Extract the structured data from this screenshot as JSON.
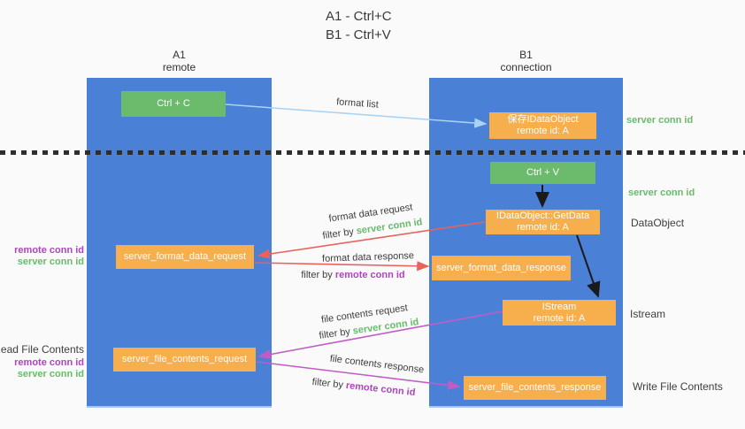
{
  "title": {
    "line1": "A1 - Ctrl+C",
    "line2": "B1 - Ctrl+V"
  },
  "lanes": {
    "a": {
      "id": "A1",
      "label": "remote"
    },
    "b": {
      "id": "B1",
      "label": "connection"
    }
  },
  "nodes": {
    "ctrl_c": {
      "label": "Ctrl + C"
    },
    "save_dataobject": {
      "line1": "保存IDataObject",
      "line2": "remote id: A"
    },
    "ctrl_v": {
      "label": "Ctrl + V"
    },
    "getdata": {
      "line1": "IDataObject::GetData",
      "line2": "remote id: A"
    },
    "format_request": {
      "label": "server_format_data_request"
    },
    "format_response": {
      "label": "server_format_data_response"
    },
    "istream": {
      "line1": "IStream",
      "line2": "remote id: A"
    },
    "file_request": {
      "label": "server_file_contents_request"
    },
    "file_response": {
      "label": "server_file_contents_response"
    }
  },
  "arrows": {
    "format_list": {
      "label": "format list"
    },
    "format_data_request": {
      "label": "format data request",
      "filter_prefix": "filter by",
      "filter_key": "server conn id"
    },
    "format_data_response": {
      "label": "format data response",
      "filter_prefix": "filter by",
      "filter_key": "remote conn id"
    },
    "file_contents_request": {
      "label": "file contents request",
      "filter_prefix": "filter by",
      "filter_key": "server conn id"
    },
    "file_contents_response": {
      "label": "file contents response",
      "filter_prefix": "filter by",
      "filter_key": "remote conn id"
    }
  },
  "side_labels": {
    "server_conn_top": "server conn id",
    "server_conn_mid": "server conn id",
    "dataobject": "DataObject",
    "istream": "Istream",
    "write_file": "Write File Contents",
    "read_file": "Read File Contents",
    "left_pair1": {
      "remote": "remote conn id",
      "server": "server conn id"
    },
    "left_pair2": {
      "remote": "remote conn id",
      "server": "server conn id"
    }
  },
  "colors": {
    "lane_blue": "#4a80d6",
    "box_green": "#6cbb6d",
    "box_orange": "#f7ae4d",
    "text_green": "#66bb6a",
    "text_purple": "#ab47bc",
    "arrow_blue": "#a8d3f2",
    "arrow_red": "#e8635c",
    "arrow_magenta": "#c05cc5",
    "arrow_black": "#1a1a1a"
  }
}
